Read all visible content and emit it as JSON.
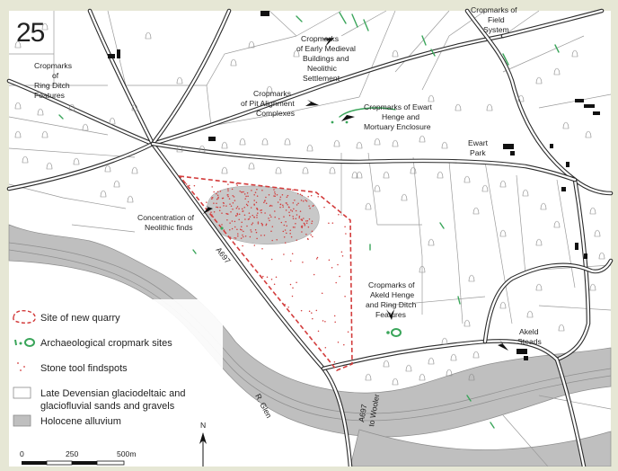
{
  "figure": {
    "page_number": "25"
  },
  "labels": {
    "ring_ditch": [
      "Cropmarks",
      "of",
      "Ring Ditch",
      "Features"
    ],
    "medieval": [
      "Cropmarks",
      "of Early Medieval",
      "Buildings and",
      "Neolithic",
      "Settlement"
    ],
    "field_system": [
      "Cropmarks of",
      "Field",
      "System"
    ],
    "pit_alignment": [
      "Cropmarks",
      "of Pit Alignment",
      "Complexes"
    ],
    "ewart_henge": [
      "Cropmarks of Ewart",
      "Henge and",
      "Mortuary Enclosure"
    ],
    "ewart_park": [
      "Ewart",
      "Park"
    ],
    "neolithic_finds": [
      "Concentration of",
      "Neolithic finds"
    ],
    "road_a697": "A697",
    "akeld_henge": [
      "Cropmarks of",
      "Akeld Henge",
      "and Ring Ditch",
      "Features"
    ],
    "akeld_steads": [
      "Akeld",
      "Steads"
    ],
    "river_glen": "R. Glen",
    "road_to_wooler": [
      "A697",
      "to Wooler"
    ]
  },
  "legend": {
    "items": [
      {
        "label": "Site of new quarry",
        "symbol": "quarry-outline"
      },
      {
        "label": "Archaeological cropmark sites",
        "symbol": "cropmark"
      },
      {
        "label": "Stone tool findspots",
        "symbol": "findspot-dots"
      },
      {
        "label": "Late Devensian glaciodeltaic and",
        "symbol": "white-box"
      },
      {
        "label": "glaciofluvial sands and gravels",
        "symbol": "none"
      },
      {
        "label": "Holocene alluvium",
        "symbol": "grey-box"
      }
    ],
    "north_label": "N",
    "scale": {
      "ticks": [
        "0",
        "250",
        "500m"
      ]
    }
  },
  "colors": {
    "background": "#e6e7d5",
    "quarry_outline": "#d33c3c",
    "findspot": "#d33c3c",
    "cropmark": "#3aa55a",
    "alluvium": "#bfbfbf"
  }
}
